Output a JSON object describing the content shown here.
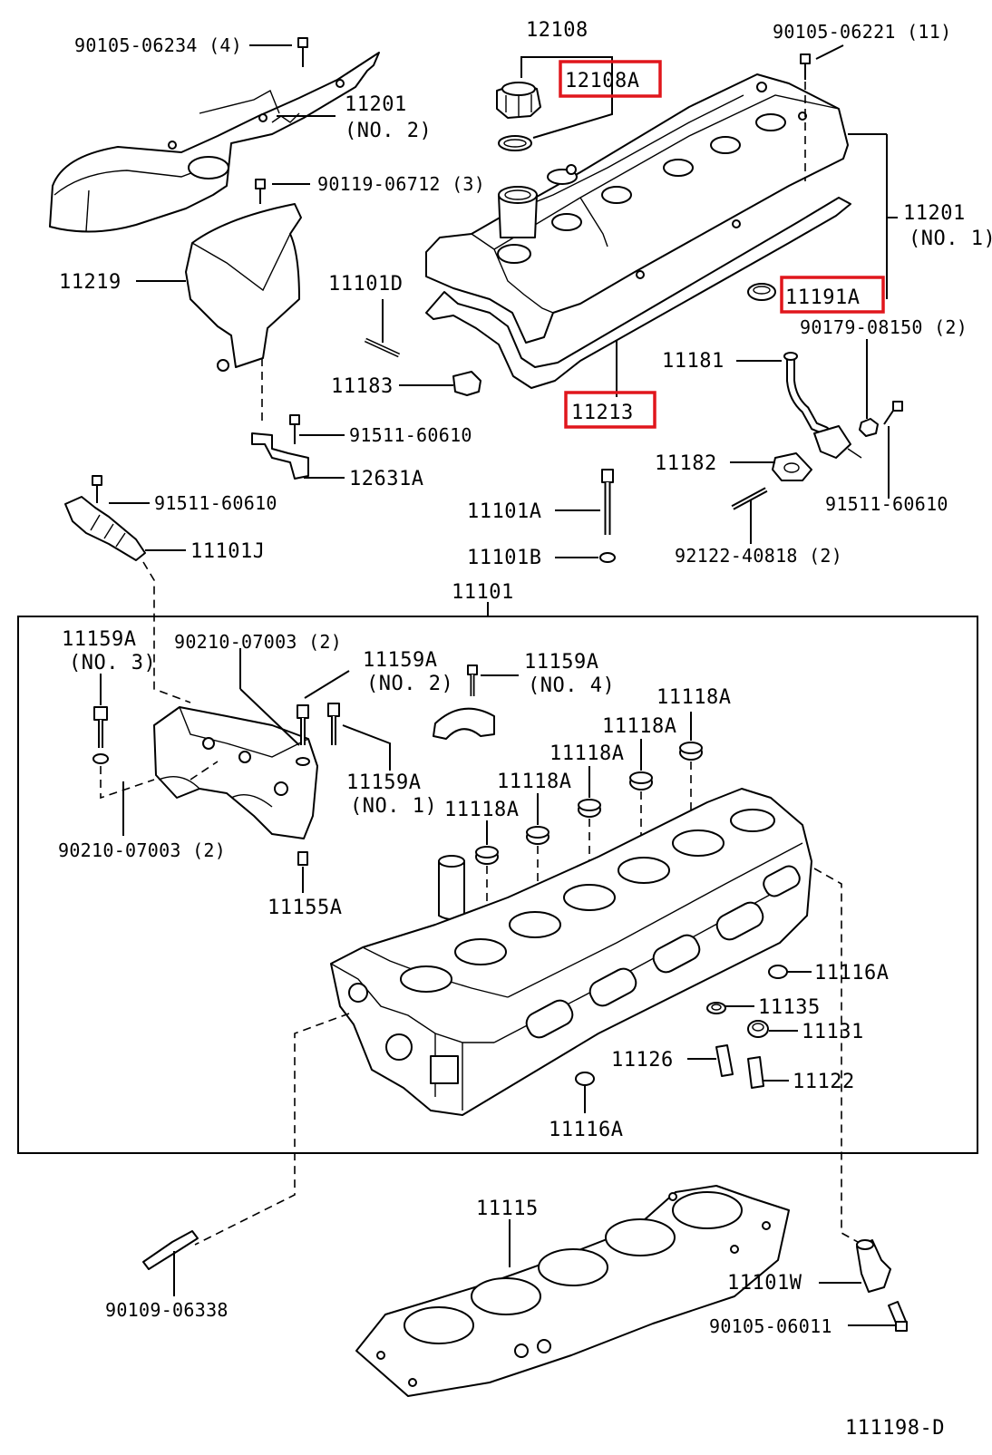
{
  "diagram_id": "111198-D",
  "frame_label": "11101",
  "highlight_color": "#e0161c",
  "labels": {
    "p12108": "12108",
    "p12108A": "12108A",
    "p90105_06234": "90105-06234 (4)",
    "p90105_06221": "90105-06221 (11)",
    "p11201_no2_code": "11201",
    "p11201_no2_note": "(NO. 2)",
    "p90119_06712": "90119-06712 (3)",
    "p11201_no1_code": "11201",
    "p11201_no1_note": "(NO. 1)",
    "p11219": "11219",
    "p11101D": "11101D",
    "p11191A": "11191A",
    "p90179_08150": "90179-08150 (2)",
    "p11181": "11181",
    "p11183": "11183",
    "p11213": "11213",
    "p91511_60610_top": "91511-60610",
    "p12631A": "12631A",
    "p11182": "11182",
    "p91511_60610_left": "91511-60610",
    "p91511_60610_right": "91511-60610",
    "p11101A": "11101A",
    "p11101J": "11101J",
    "p11101B": "11101B",
    "p92122_40818": "92122-40818 (2)",
    "p11159A_no3_code": "11159A",
    "p11159A_no3_note": "(NO. 3)",
    "p90210_07003_top": "90210-07003 (2)",
    "p11159A_no2_code": "11159A",
    "p11159A_no2_note": "(NO. 2)",
    "p11159A_no4_code": "11159A",
    "p11159A_no4_note": "(NO. 4)",
    "p11118A_1": "11118A",
    "p11118A_2": "11118A",
    "p11118A_3": "11118A",
    "p11118A_4": "11118A",
    "p11118A_5": "11118A",
    "p11159A_no1_code": "11159A",
    "p11159A_no1_note": "(NO. 1)",
    "p90210_07003_bottom": "90210-07003 (2)",
    "p11155A": "11155A",
    "p11116A_right": "11116A",
    "p11135": "11135",
    "p11131": "11131",
    "p11126": "11126",
    "p11122": "11122",
    "p11116A_bottom": "11116A",
    "p11115": "11115",
    "p11101W": "11101W",
    "p90109_06338": "90109-06338",
    "p90105_06011": "90105-06011"
  }
}
